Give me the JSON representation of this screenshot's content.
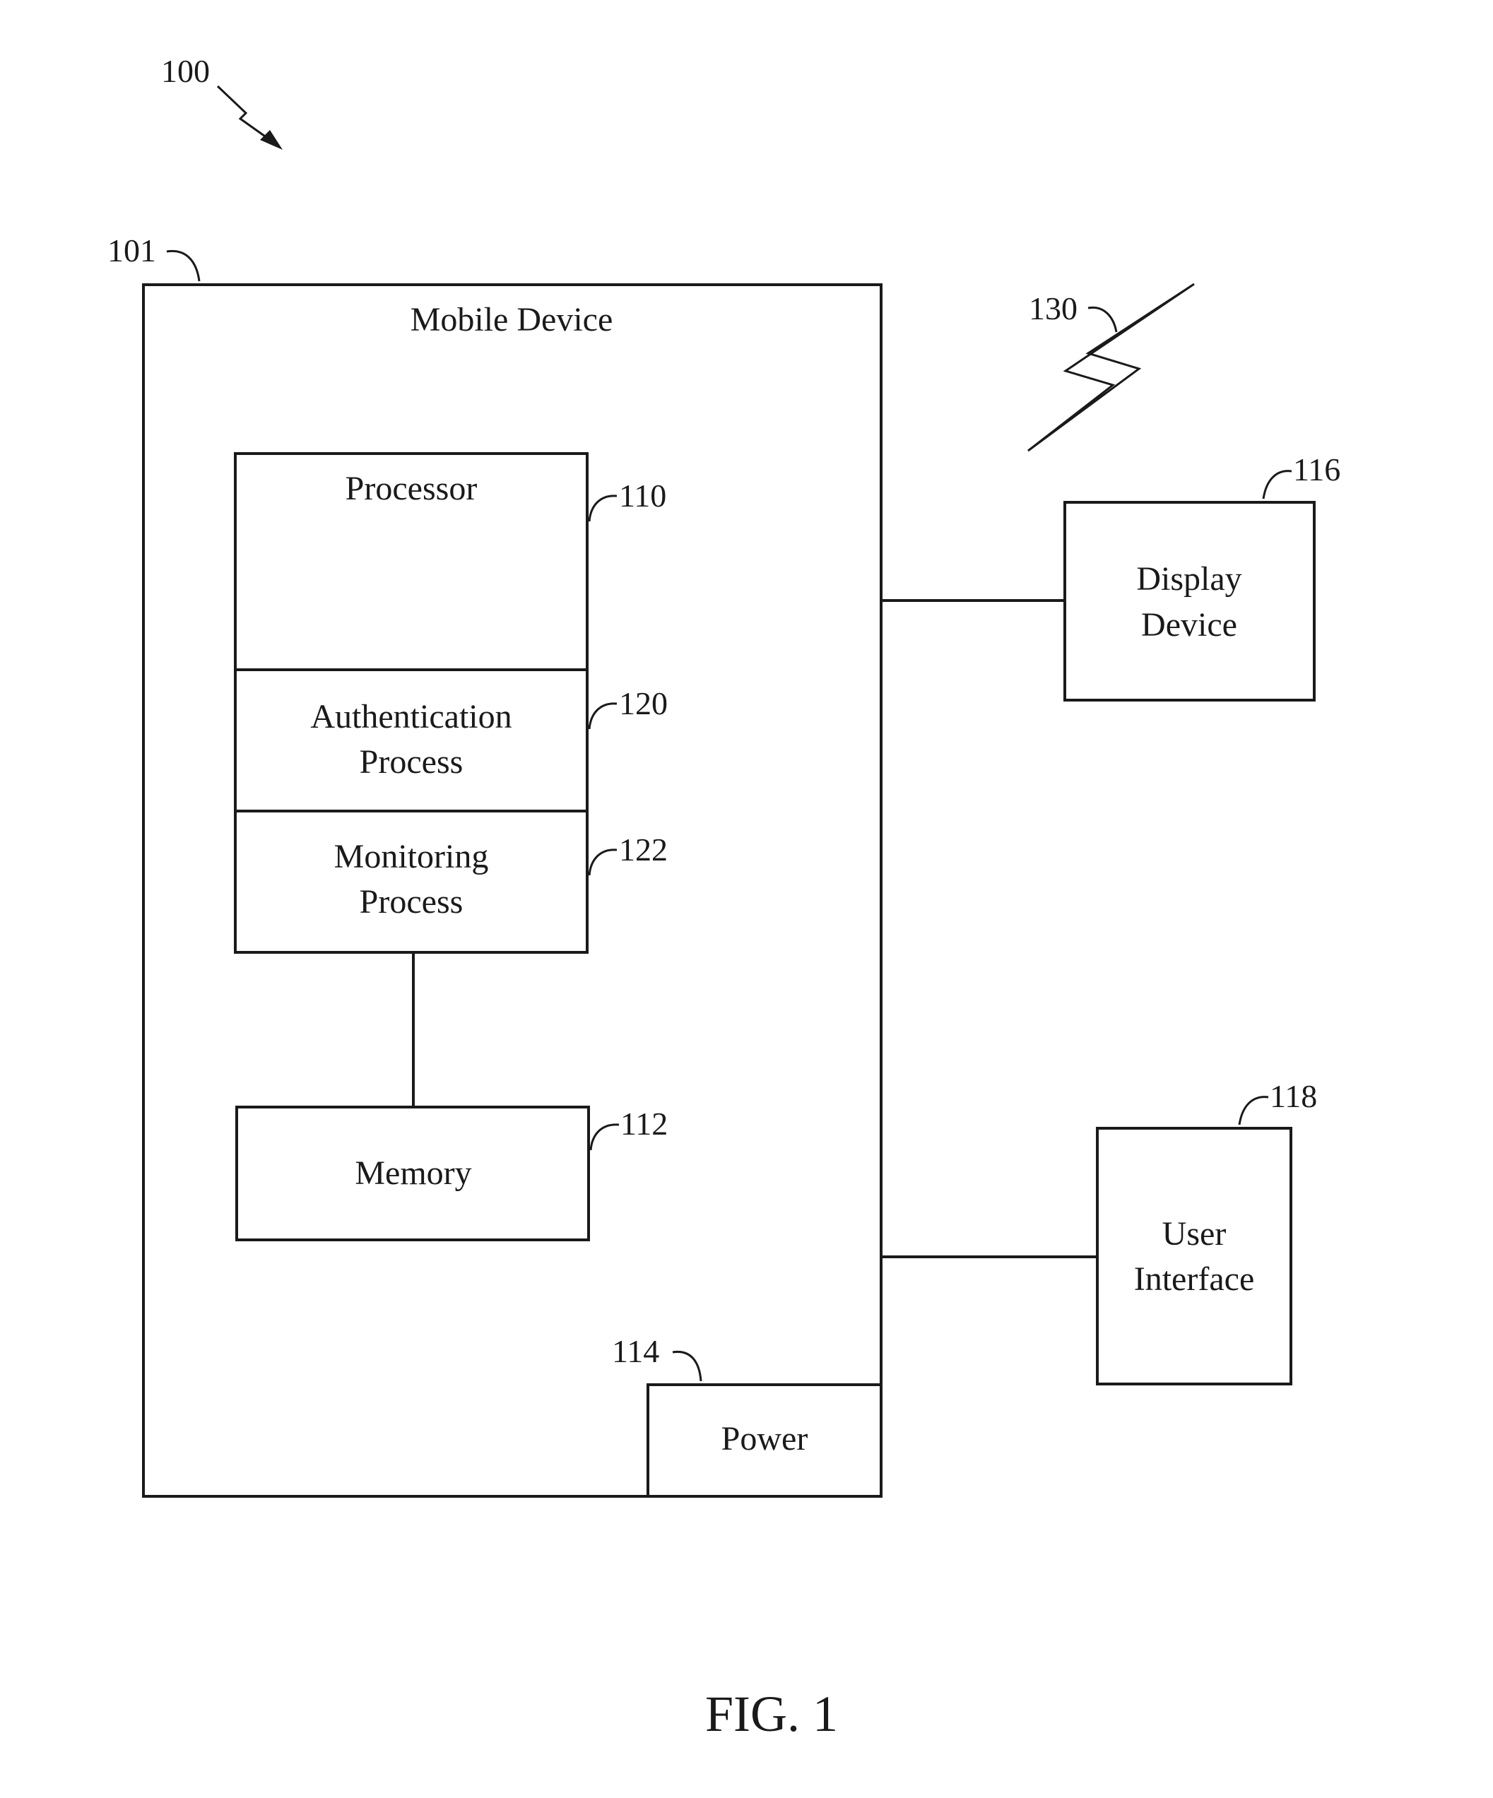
{
  "refs": {
    "system": "100",
    "mobile_device": "101",
    "processor": "110",
    "memory": "112",
    "power": "114",
    "display_device": "116",
    "user_interface": "118",
    "authentication_process": "120",
    "monitoring_process": "122",
    "wireless": "130"
  },
  "labels": {
    "mobile_device": "Mobile Device",
    "processor": "Processor",
    "authentication_line1": "Authentication",
    "authentication_line2": "Process",
    "monitoring_line1": "Monitoring",
    "monitoring_line2": "Process",
    "memory": "Memory",
    "power": "Power",
    "display_line1": "Display",
    "display_line2": "Device",
    "ui_line1": "User",
    "ui_line2": "Interface"
  },
  "figure_caption": "FIG. 1",
  "colors": {
    "ink": "#1a1a1a",
    "background": "#ffffff"
  }
}
